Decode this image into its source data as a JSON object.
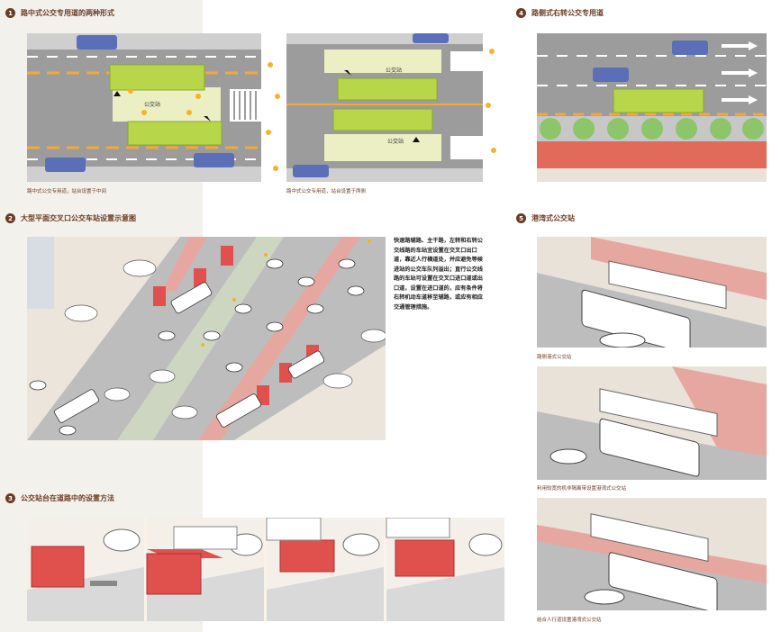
{
  "sections": {
    "s1": {
      "num": "1",
      "title": "路中式公交专用道的两种形式"
    },
    "s2": {
      "num": "2",
      "title": "大型平面交叉口公交车站设置示意图"
    },
    "s3": {
      "num": "3",
      "title": "公交站台在道路中的设置方法"
    },
    "s4": {
      "num": "4",
      "title": "路侧式右转公交专用道"
    },
    "s5": {
      "num": "5",
      "title": "港湾式公交站"
    }
  },
  "captions": {
    "c1a": "路中式公交专用道，站台设置于中间",
    "c1b": "路中式公交专用道，站台设置于两侧",
    "c5a": "路侧港式公交站",
    "c5b": "利用较宽的机非隔离带设置港湾式公交站",
    "c5c": "结合人行道设置港湾式公交站"
  },
  "labels": {
    "station": "公交站"
  },
  "body_text": [
    "快速路辅路、主干路，左转和右转公",
    "交线路的车站宜设置在交叉口出口",
    "道，靠近人行横道处，并应避免等候",
    "进站的公交车队列溢出；直行公交线",
    "路的车站可设置在交叉口进口道或出",
    "口道，设置在进口道的，应有条件将",
    "右转机动车道移至辅路，或应有相应",
    "交通管理措施。"
  ],
  "colors": {
    "title": "#6b3b22",
    "bus": "#b7d64a",
    "bus_lane_red": "#e26a5a",
    "shelter_red": "#e0504c",
    "tree": "#8cc56a"
  }
}
